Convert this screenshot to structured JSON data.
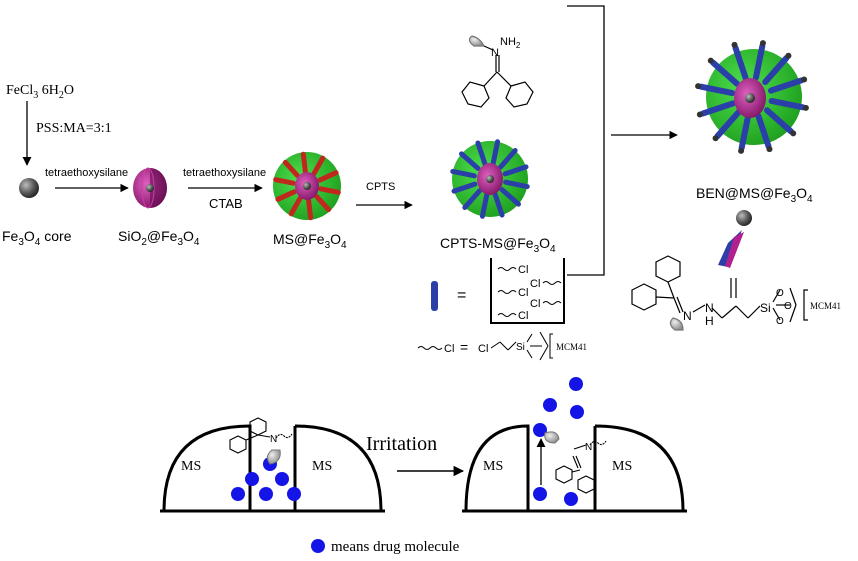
{
  "colors": {
    "shell_green": "#2ec22e",
    "shell_green_dark": "#1a8a1a",
    "core_magenta": "#b0208f",
    "core_magenta_dark": "#6b0d56",
    "iron_core": "#555555",
    "rod_red": "#c0281e",
    "rod_blue": "#2a3fa8",
    "drug_blue": "#1414e6",
    "line": "#000000"
  },
  "labels": {
    "fecl3": "FeCl",
    "fecl3_sub": "3",
    "fecl3_water": " 6H",
    "fecl3_water_sub": "2",
    "fecl3_o": "O",
    "pss_ratio": "PSS:MA=3:1",
    "fe3o4_core": "Fe",
    "fe3o4_core_s1": "3",
    "fe3o4_core_o": "O",
    "fe3o4_core_s2": "4",
    "fe3o4_core_tail": " core",
    "arrow1_top": "tetraethoxysilane",
    "arrow2_top": "tetraethoxysilane",
    "arrow2_bottom": "CTAB",
    "arrow3_top": "CPTS",
    "sio2": "SiO",
    "sio2_sub": "2",
    "sio2_at": "@Fe",
    "sio2_s1": "3",
    "sio2_o": "O",
    "sio2_s2": "4",
    "ms": "MS@Fe",
    "ms_s1": "3",
    "ms_o": "O",
    "ms_s2": "4",
    "cpts_ms": "CPTS-MS@Fe",
    "cpts_s1": "3",
    "cpts_o": "O",
    "cpts_s2": "4",
    "ben_ms": "BEN@MS@Fe",
    "ben_s1": "3",
    "ben_o": "O",
    "ben_s2": "4",
    "nh2": "NH",
    "nh2_sub": "2",
    "n_atom": "N",
    "nh_h": "H",
    "equals": "=",
    "cl": "Cl",
    "si": "Si",
    "mcm41": "MCM41",
    "ms_left": "MS",
    "ms_right": "MS",
    "irritation": "Irritation",
    "legend": "means drug molecule"
  }
}
